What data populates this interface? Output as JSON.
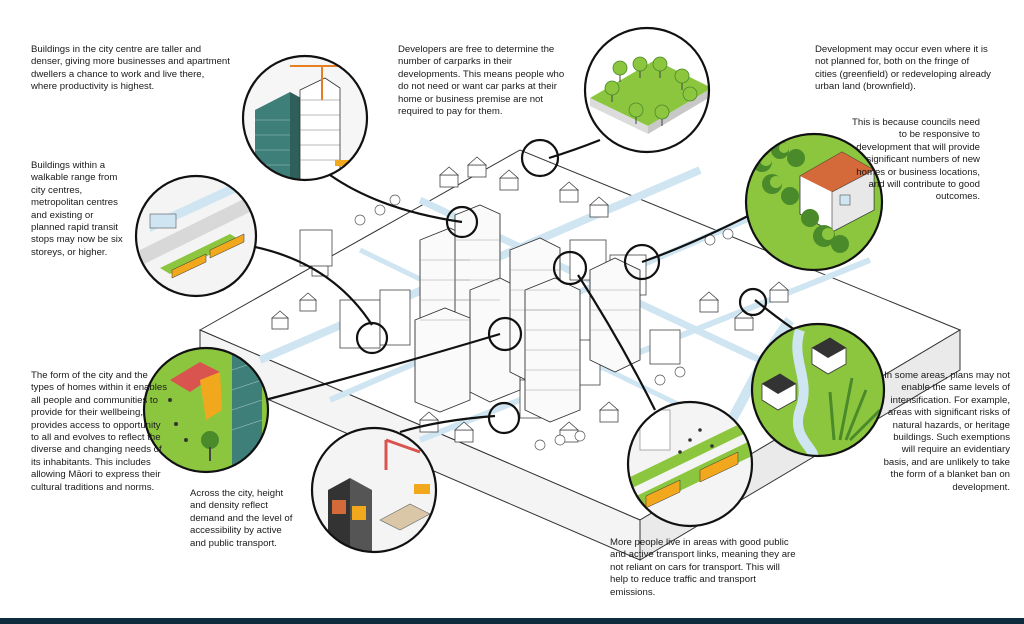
{
  "annotations": {
    "city_centre": "Buildings in the city centre are taller and denser, giving more businesses and apartment dwellers a chance to work and live there, where productivity is highest.",
    "walkable": "Buildings within a walkable range from city centres, metropolitan centres and existing or planned rapid transit stops may now be six storeys, or higher.",
    "carparks": "Developers are free to determine the number of carparks in their developments. This means people who do not need or want car parks at their home or business premise are not required to pay for them.",
    "unplanned": "Development may occur even where it is not planned for, both on the fringe of cities (greenfield) or redeveloping already urban land (brownfield).",
    "councils": "This is because councils need to be responsive to development that will provide significant numbers of new homes or business locations, and will contribute to good outcomes.",
    "form_of_city": "The form of the city and the types of homes within it enables all people and communities to provide for their wellbeing, provides access to opportunity to all and evolves to reflect the diverse and changing needs of its inhabitants. This includes allowing Māori to express their cultural traditions and norms.",
    "height_density": "Across the city, height and density reflect demand and the level of accessibility by active and public transport.",
    "transport": "More people live in areas with good public and active transport links, meaning they are not reliant on cars for transport. This will help to reduce traffic and transport emissions.",
    "exemptions": "In some areas, plans may not enable the same levels of intensification. For example, areas with significant risks of natural hazards, or heritage buildings. Such exemptions will require an evidentiary basis, and are unlikely to take the form of a blanket ban on development."
  },
  "colors": {
    "green": "#8cc63f",
    "dark_green": "#4a8a2a",
    "tower_teal": "#3f7f7a",
    "road_blue": "#cfe6f2",
    "bus_yellow": "#f2a81d",
    "crane_orange": "#e67e22",
    "footer": "#0f2c3f"
  }
}
